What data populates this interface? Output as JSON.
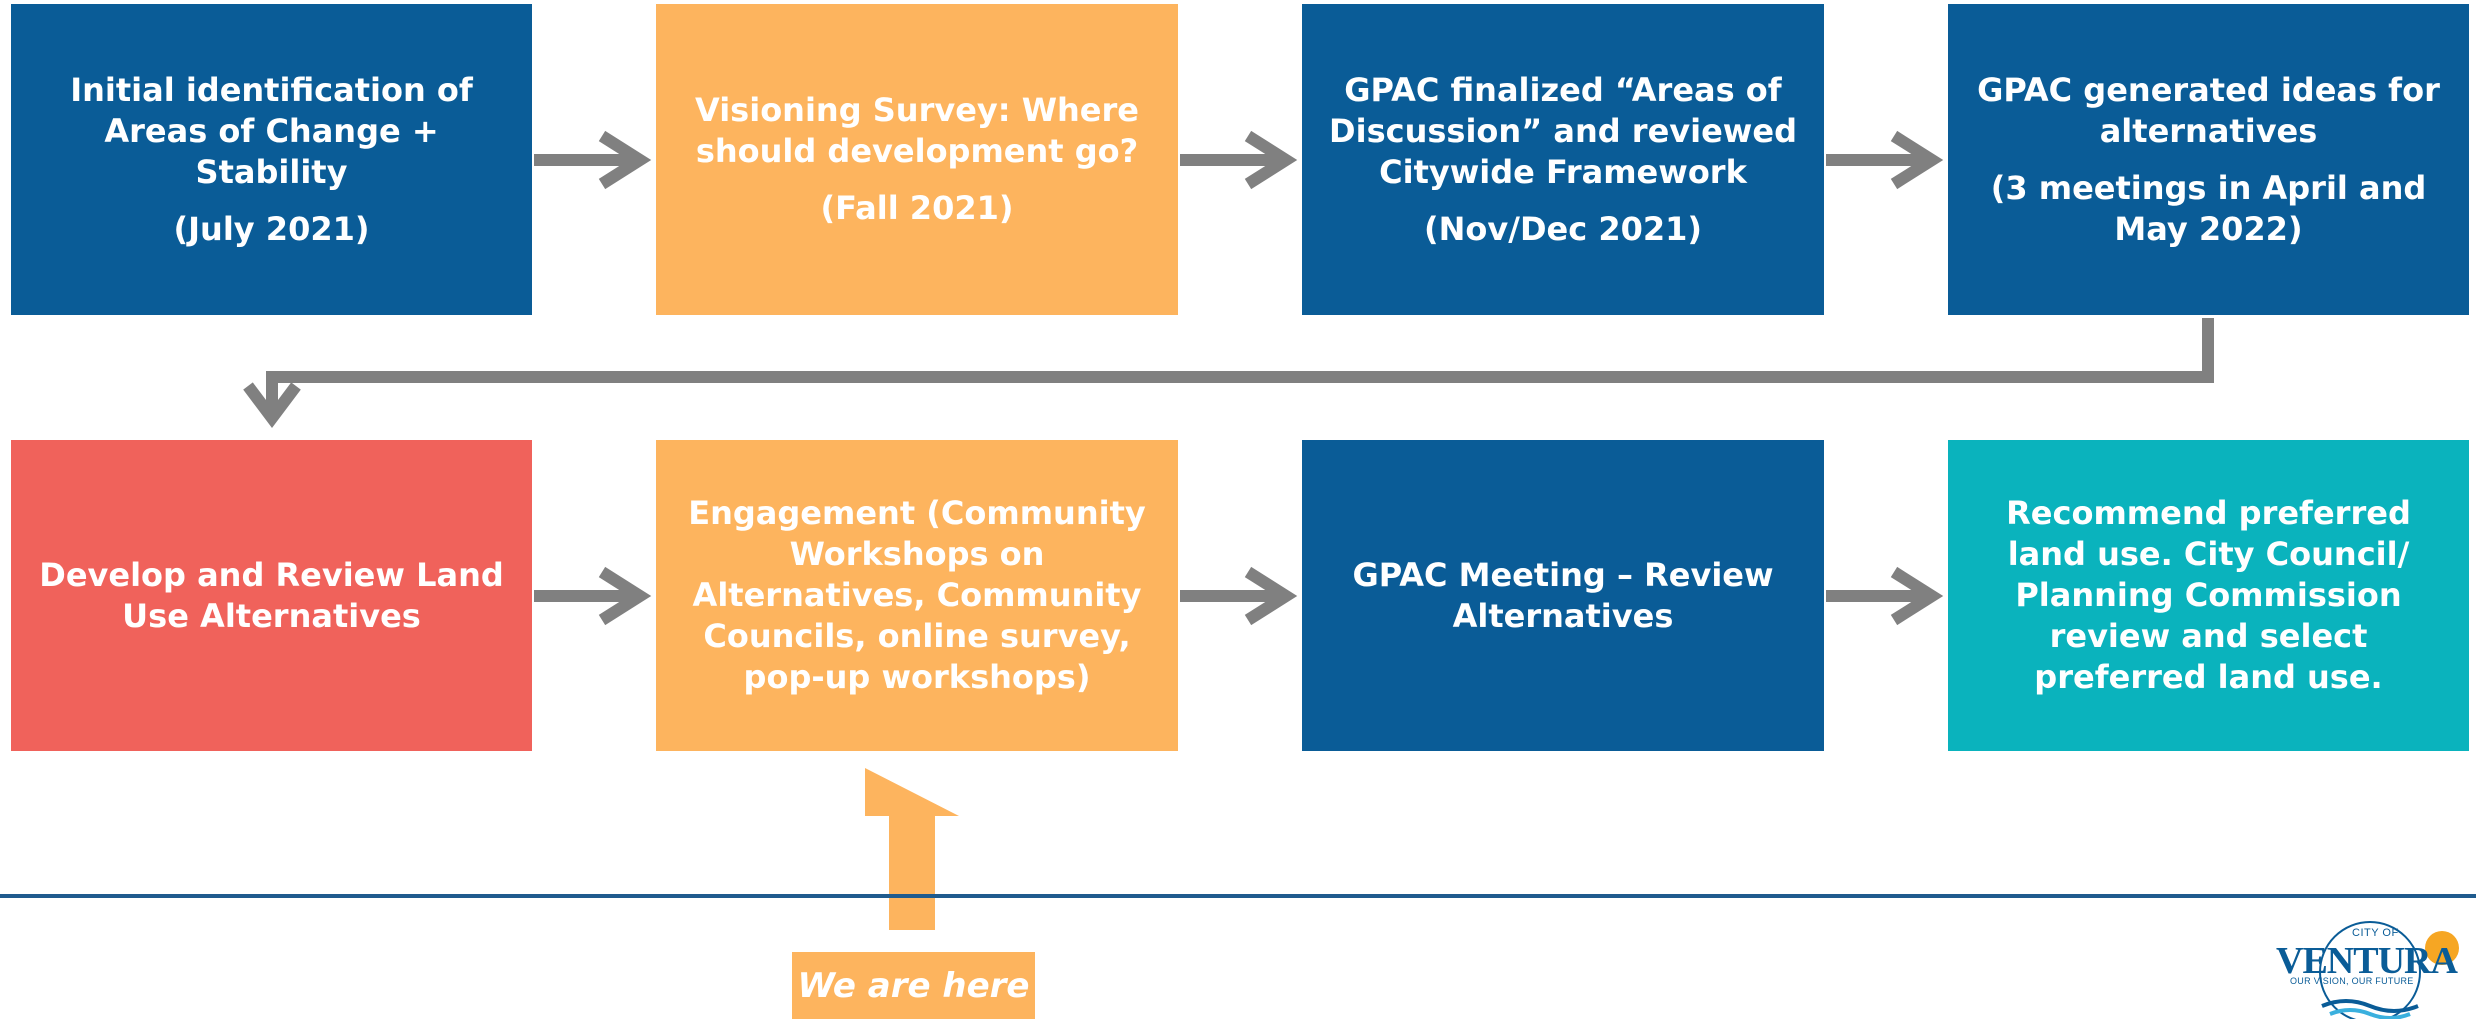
{
  "colors": {
    "dark_blue": "#0a5c97",
    "orange": "#fdb45e",
    "red": "#f0625b",
    "teal": "#0ab3bd",
    "arrow_gray": "#808080",
    "divider": "#1f5b8e"
  },
  "steps": [
    {
      "title": "Initial identification of Areas of Change + Stability",
      "date": "(July 2021)",
      "color": "#0a5c97"
    },
    {
      "title": "Visioning Survey: Where should development go?",
      "date": "(Fall 2021)",
      "color": "#fdb45e"
    },
    {
      "title": "GPAC finalized “Areas of Discussion” and reviewed Citywide Framework",
      "date": "(Nov/Dec 2021)",
      "color": "#0a5c97"
    },
    {
      "title": "GPAC generated ideas for alternatives",
      "date": "(3 meetings in April and May 2022)",
      "color": "#0a5c97"
    },
    {
      "title": "Develop and Review Land Use Alternatives",
      "color": "#f0625b"
    },
    {
      "title": "Engagement (Community Workshops on Alternatives, Community Councils, online survey, pop-up workshops)",
      "color": "#fdb45e"
    },
    {
      "title": "GPAC Meeting – Review Alternatives",
      "color": "#0a5c97"
    },
    {
      "title": "Recommend preferred land use. City Council/ Planning Commission review and select preferred land use.",
      "color": "#0ab3bd"
    }
  ],
  "marker": {
    "label": "We are here",
    "color": "#fdb45e"
  },
  "logo": {
    "line1": "CITY OF",
    "line2": "VENTURA",
    "tagline": "OUR VISION, OUR FUTURE"
  }
}
